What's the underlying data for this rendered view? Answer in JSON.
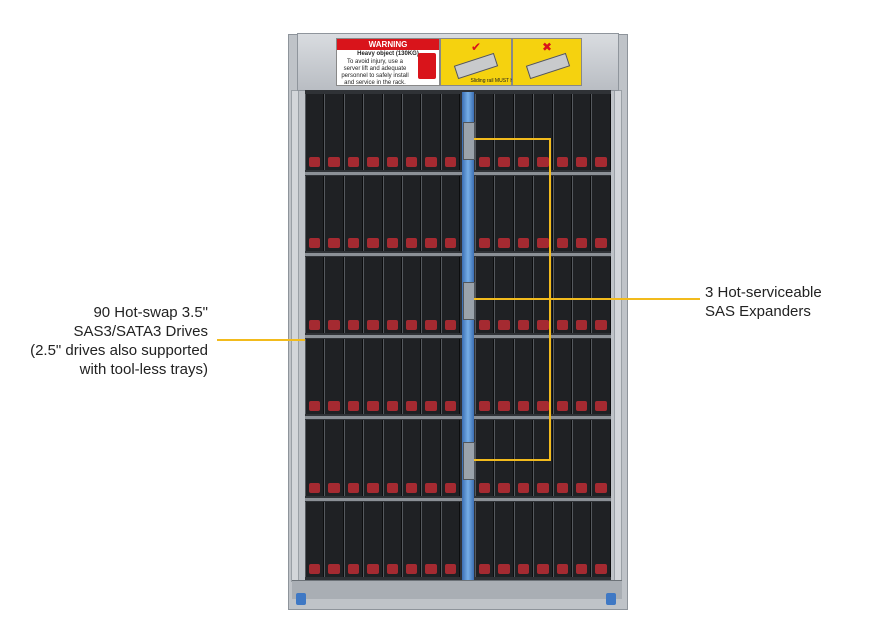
{
  "warning_label": {
    "heading": "WARNING",
    "subtitle": "Heavy object (130KG)",
    "body": "To avoid injury, use a server lift and adequate personnel to safely install and service in the rack."
  },
  "sliding_rail_note": "Sliding rail MUST have top cover on.",
  "callouts": {
    "drives": {
      "lines": [
        "90 Hot-swap 3.5\"",
        "SAS3/SATA3 Drives",
        "(2.5\" drives also supported",
        "with tool-less trays)"
      ]
    },
    "expanders": {
      "lines": [
        "3 Hot-serviceable",
        "SAS Expanders"
      ]
    }
  },
  "colors": {
    "callout_line": "#f2bb1d",
    "drive_latch": "#a52a31",
    "spine_blue": "#4f8fd6",
    "warning_red": "#d9141b",
    "label_yellow": "#f5d20f"
  }
}
